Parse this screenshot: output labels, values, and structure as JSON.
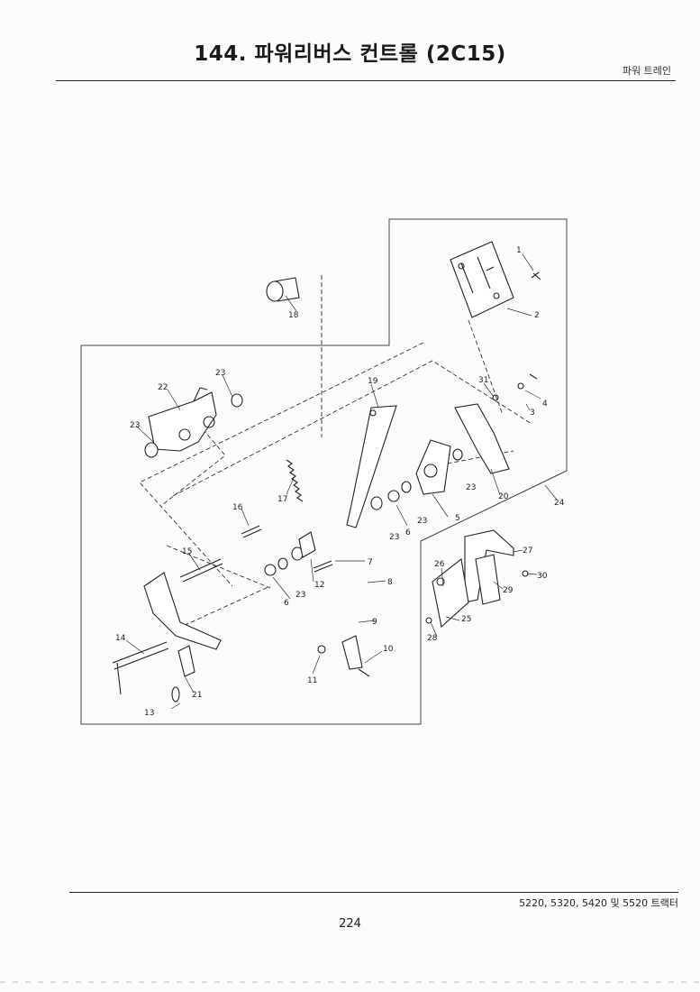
{
  "header": {
    "title": "144. 파워리버스 컨트롤 (2C15)",
    "section": "파워 트레인"
  },
  "footer": {
    "models": "5220, 5320, 5420 및 5520 트랙터",
    "page_number": "224"
  },
  "callouts": [
    "1",
    "2",
    "3",
    "4",
    "5",
    "6",
    "6",
    "7",
    "8",
    "9",
    "10",
    "11",
    "12",
    "13",
    "14",
    "15",
    "16",
    "17",
    "18",
    "19",
    "20",
    "21",
    "22",
    "23",
    "23",
    "23",
    "23",
    "23",
    "23",
    "24",
    "25",
    "26",
    "27",
    "28",
    "29",
    "30",
    "31"
  ]
}
